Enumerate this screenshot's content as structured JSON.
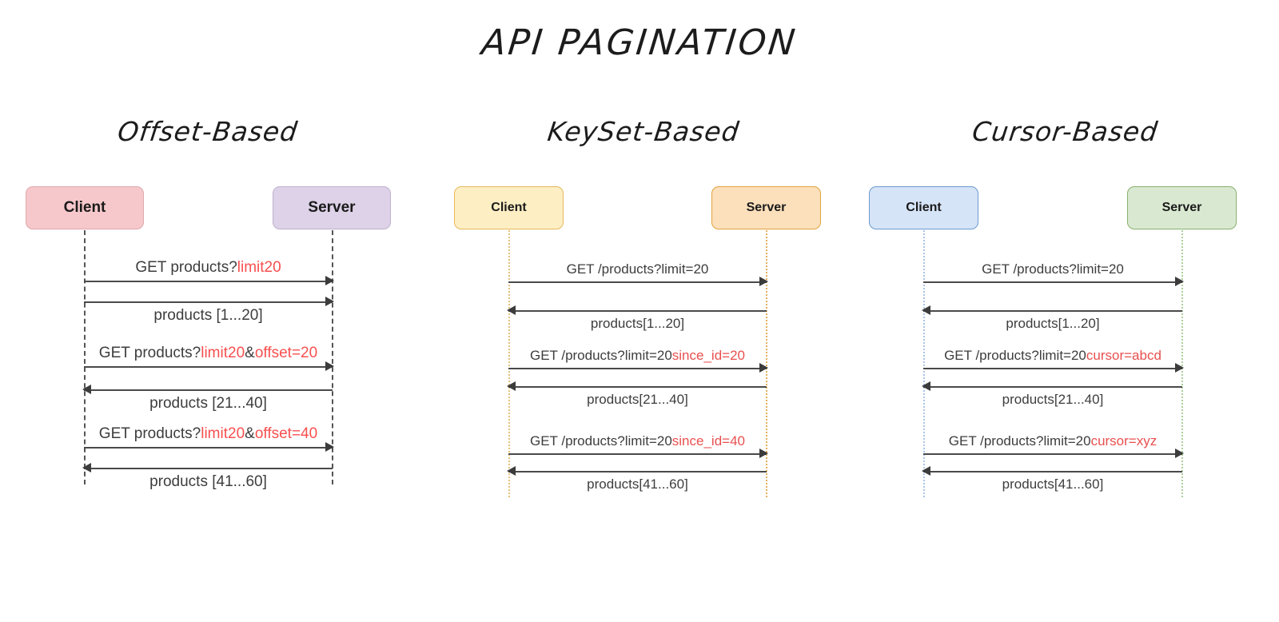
{
  "title": "API PAGINATION",
  "colors": {
    "highlight_red": "#f8504f",
    "line_gray": "#4a4a4a",
    "offset_client_fill": "#f6c8cb",
    "offset_client_border": "#e0a9ad",
    "offset_server_fill": "#ddd2e8",
    "offset_server_border": "#bfb2cd",
    "keyset_client_fill": "#fdeec4",
    "keyset_client_border": "#e6b95c",
    "keyset_server_fill": "#fcdfbb",
    "keyset_server_border": "#e0a33e",
    "cursor_client_fill": "#d6e4f7",
    "cursor_client_border": "#6b9bd2",
    "cursor_server_fill": "#d9e9d1",
    "cursor_server_border": "#88b070"
  },
  "diagrams": [
    {
      "id": "offset",
      "title": "Offset-Based",
      "client_label": "Client",
      "server_label": "Server",
      "messages": [
        {
          "direction": "right",
          "label_position": "above",
          "plain_prefix": "GET products?",
          "highlight": "limit20",
          "plain_suffix": "",
          "text": "GET products?limit20"
        },
        {
          "direction": "right",
          "label_position": "below",
          "plain_prefix": "products [1...20]",
          "highlight": "",
          "plain_suffix": "",
          "text": "products [1...20]"
        },
        {
          "direction": "right",
          "label_position": "above",
          "plain_prefix": "GET products?",
          "highlight": "limit20",
          "plain_mid": "&",
          "highlight2": "offset=20",
          "text": "GET products?limit20&offset=20"
        },
        {
          "direction": "left",
          "label_position": "below",
          "plain_prefix": "products [21...40]",
          "highlight": "",
          "plain_suffix": "",
          "text": "products [21...40]"
        },
        {
          "direction": "right",
          "label_position": "above",
          "plain_prefix": "GET products?",
          "highlight": "limit20",
          "plain_mid": "&",
          "highlight2": "offset=40",
          "text": "GET products?limit20&offset=40"
        },
        {
          "direction": "left",
          "label_position": "below",
          "plain_prefix": "products [41...60]",
          "highlight": "",
          "plain_suffix": "",
          "text": "products [41...60]"
        }
      ]
    },
    {
      "id": "keyset",
      "title": "KeySet-Based",
      "client_label": "Client",
      "server_label": "Server",
      "messages": [
        {
          "direction": "right",
          "label_position": "above",
          "plain_prefix": "GET /products?limit=20",
          "highlight": "",
          "text": "GET /products?limit=20"
        },
        {
          "direction": "left",
          "label_position": "below",
          "plain_prefix": "products[1...20]",
          "highlight": "",
          "text": "products[1...20]"
        },
        {
          "direction": "right",
          "label_position": "above",
          "plain_prefix": "GET /products?limit=20",
          "highlight": "since_id=20",
          "text": "GET /products?limit=20since_id=20"
        },
        {
          "direction": "left",
          "label_position": "below",
          "plain_prefix": "products[21...40]",
          "highlight": "",
          "text": "products[21...40]"
        },
        {
          "direction": "right",
          "label_position": "above",
          "plain_prefix": "GET /products?limit=20",
          "highlight": "since_id=40",
          "text": "GET /products?limit=20since_id=40"
        },
        {
          "direction": "left",
          "label_position": "below",
          "plain_prefix": "products[41...60]",
          "highlight": "",
          "text": "products[41...60]"
        }
      ]
    },
    {
      "id": "cursor",
      "title": "Cursor-Based",
      "client_label": "Client",
      "server_label": "Server",
      "messages": [
        {
          "direction": "right",
          "label_position": "above",
          "plain_prefix": "GET /products?limit=20",
          "highlight": "",
          "text": "GET /products?limit=20"
        },
        {
          "direction": "left",
          "label_position": "below",
          "plain_prefix": "products[1...20]",
          "highlight": "",
          "text": "products[1...20]"
        },
        {
          "direction": "right",
          "label_position": "above",
          "plain_prefix": "GET /products?limit=20",
          "highlight": "cursor=abcd",
          "text": "GET /products?limit=20cursor=abcd"
        },
        {
          "direction": "left",
          "label_position": "below",
          "plain_prefix": "products[21...40]",
          "highlight": "",
          "text": "products[21...40]"
        },
        {
          "direction": "right",
          "label_position": "above",
          "plain_prefix": "GET /products?limit=20",
          "highlight": "cursor=xyz",
          "text": "GET /products?limit=20cursor=xyz"
        },
        {
          "direction": "left",
          "label_position": "below",
          "plain_prefix": "products[41...60]",
          "highlight": "",
          "text": "products[41...60]"
        }
      ]
    }
  ]
}
